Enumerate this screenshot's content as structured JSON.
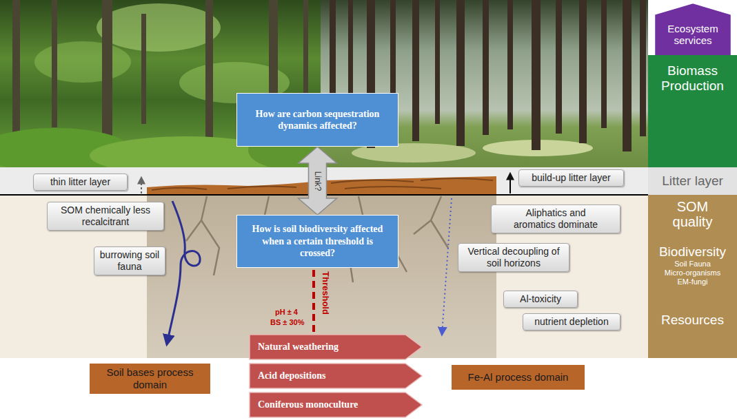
{
  "diagram": {
    "nodes": [
      {
        "text": [
          "Ecosystem services"
        ]
      },
      {
        "text": [
          "How are carbon sequestration dynamics affected?"
        ]
      },
      {
        "text": [
          "Biomass Production"
        ]
      },
      {
        "text": [
          "thin litter layer"
        ]
      },
      {
        "text": [
          "build-up litter layer"
        ]
      },
      {
        "text": [
          "Litter layer"
        ]
      },
      {
        "text": [
          "SOM chemically less recalcitrant"
        ]
      },
      {
        "text": [
          "Aliphatics and aromatics dominate"
        ]
      },
      {
        "text": [
          "SOM quality",
          "Biodiversity",
          "Soil Fauna Micro-organisms EM-fungi",
          "Resources"
        ]
      },
      {
        "text": [
          "How is soil biodiversity affected when a certain threshold is crossed?"
        ]
      },
      {
        "text": [
          "burrowing soil fauna"
        ]
      },
      {
        "text": [
          "Vertical decoupling of soil horizons"
        ]
      },
      {
        "text": [
          "Al-toxicity"
        ]
      },
      {
        "text": [
          "nutrient depletion"
        ]
      },
      {
        "text": [
          "Natural weathering"
        ]
      },
      {
        "text": [
          "Soil bases process domain"
        ]
      },
      {
        "text": [
          "Acid depositions"
        ]
      },
      {
        "text": [
          "Fe-Al process domain"
        ]
      },
      {
        "text": [
          "Coniferous monoculture"
        ]
      }
    ],
    "edges": [
      {
        "from": 1,
        "to": 9,
        "arrow": "both",
        "label": "Link?"
      }
    ],
    "labels": [
      "Threshold",
      "pH ± 4",
      "BS ± 30%"
    ]
  }
}
